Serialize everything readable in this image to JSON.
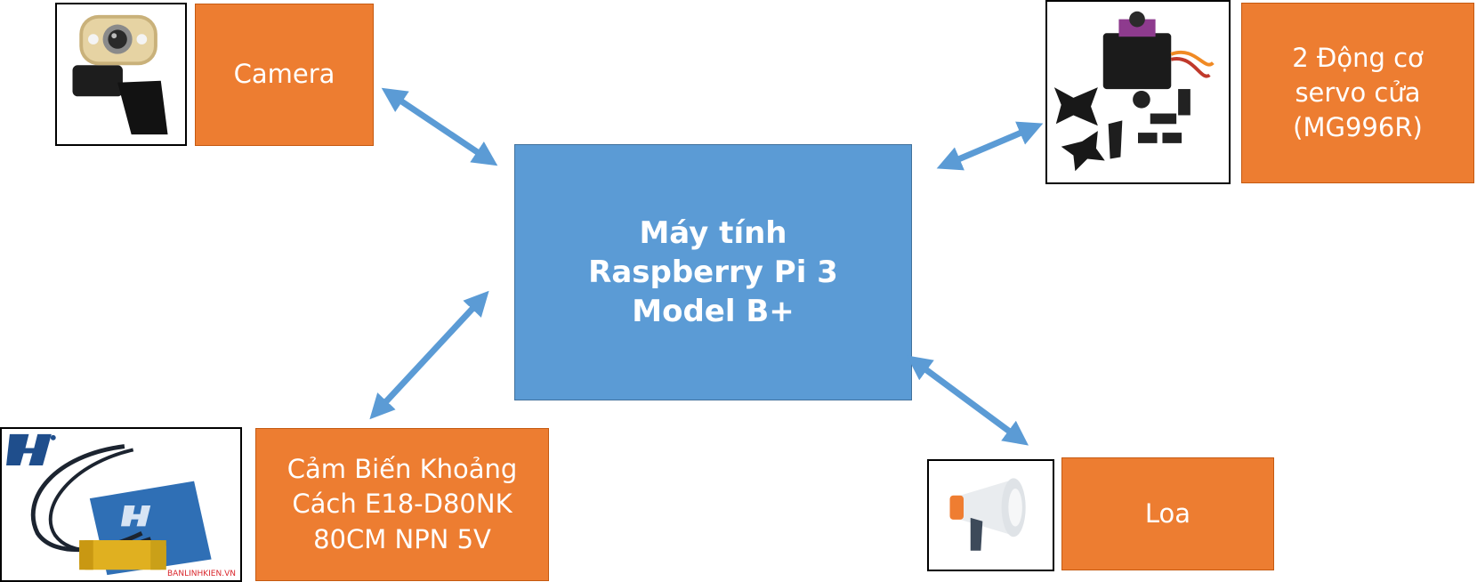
{
  "colors": {
    "node": "#ED7D31",
    "center": "#5B9BD5",
    "arrow": "#5B9BD5"
  },
  "center": {
    "label": "Máy tính\nRaspberry Pi 3\nModel B+"
  },
  "nodes": {
    "camera": {
      "label": "Camera",
      "icon": "webcam-icon"
    },
    "servo": {
      "label": "2 Động cơ\nservo cửa\n(MG996R)",
      "icon": "servo-motor-icon"
    },
    "sensor": {
      "label": "Cảm Biến Khoảng\nCách E18-D80NK\n80CM NPN 5V",
      "icon": "proximity-sensor-icon",
      "watermark": "BANLINHKIEN.VN"
    },
    "speaker": {
      "label": "Loa",
      "icon": "megaphone-icon"
    }
  }
}
